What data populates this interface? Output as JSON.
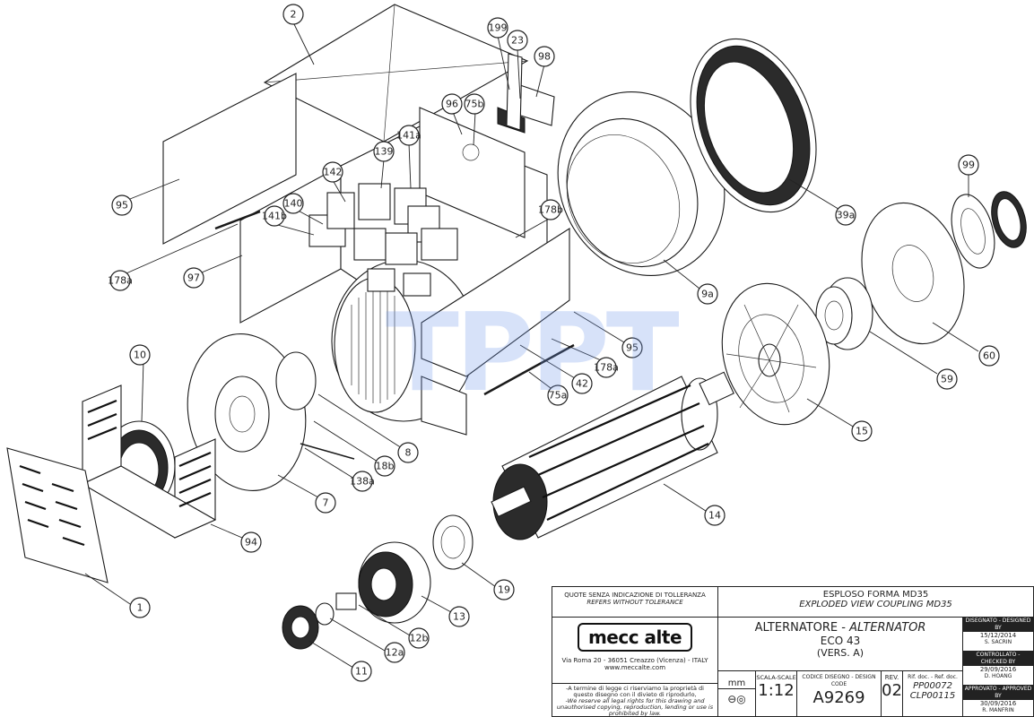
{
  "callouts": [
    {
      "id": "c-2",
      "label": "2"
    },
    {
      "id": "c-199",
      "label": "199"
    },
    {
      "id": "c-23",
      "label": "23"
    },
    {
      "id": "c-98",
      "label": "98"
    },
    {
      "id": "c-96",
      "label": "96"
    },
    {
      "id": "c-75b",
      "label": "75b"
    },
    {
      "id": "c-139",
      "label": "139"
    },
    {
      "id": "c-141a",
      "label": "141a"
    },
    {
      "id": "c-142",
      "label": "142"
    },
    {
      "id": "c-140",
      "label": "140"
    },
    {
      "id": "c-141b",
      "label": "141b"
    },
    {
      "id": "c-178b",
      "label": "178b"
    },
    {
      "id": "c-95a",
      "label": "95"
    },
    {
      "id": "c-178a-left",
      "label": "178a"
    },
    {
      "id": "c-97",
      "label": "97"
    },
    {
      "id": "c-39a",
      "label": "39a"
    },
    {
      "id": "c-99",
      "label": "99"
    },
    {
      "id": "c-9a",
      "label": "9a"
    },
    {
      "id": "c-95b",
      "label": "95"
    },
    {
      "id": "c-178a-right",
      "label": "178a"
    },
    {
      "id": "c-42",
      "label": "42"
    },
    {
      "id": "c-75a",
      "label": "75a"
    },
    {
      "id": "c-60",
      "label": "60"
    },
    {
      "id": "c-59",
      "label": "59"
    },
    {
      "id": "c-10",
      "label": "10"
    },
    {
      "id": "c-8",
      "label": "8"
    },
    {
      "id": "c-18b",
      "label": "18b"
    },
    {
      "id": "c-138a",
      "label": "138a"
    },
    {
      "id": "c-7",
      "label": "7"
    },
    {
      "id": "c-15",
      "label": "15"
    },
    {
      "id": "c-94",
      "label": "94"
    },
    {
      "id": "c-14",
      "label": "14"
    },
    {
      "id": "c-19",
      "label": "19"
    },
    {
      "id": "c-1",
      "label": "1"
    },
    {
      "id": "c-13",
      "label": "13"
    },
    {
      "id": "c-12b",
      "label": "12b"
    },
    {
      "id": "c-12a",
      "label": "12a"
    },
    {
      "id": "c-11",
      "label": "11"
    }
  ],
  "watermark": "TPPT",
  "title_block": {
    "tolerance_it": "QUOTE SENZA INDICAZIONE DI TOLLERANZA",
    "tolerance_en": "REFERS WITHOUT TOLERANCE",
    "drawing_title_it": "ESPLOSO FORMA MD35",
    "drawing_title_en": "EXPLODED VIEW COUPLING MD35",
    "logo": "mecc alte",
    "address": "Via Roma 20 - 36051 Creazzo (Vicenza) - ITALY",
    "website": "www.meccalte.com",
    "product_it": "ALTERNATORE",
    "product_sep": " - ",
    "product_en": "ALTERNATOR",
    "model": "ECO 43",
    "version": "(VERS. A)",
    "legal_it": "-A termine di legge ci riserviamo la proprietà di questo disegno con il divieto di riprodurlo,",
    "legal_en": "-We reserve all legal rights for this drawing and unauthorised copying, reproduction, lending or use is prohibited by law.",
    "unit": "mm",
    "scale_label": "SCALA-SCALE",
    "scale": "1:12",
    "code_label": "CODICE DISEGNO - DESIGN CODE",
    "code": "A9269",
    "rev_label": "REV.",
    "rev": "02",
    "ref_label": "Rif. doc. - Ref. doc.",
    "ref1": "PP00072",
    "ref2": "CLP00115",
    "designed_label": "DISEGNATO - DESIGNED BY",
    "designed_date": "15/12/2014",
    "designed_by": "S. SACRIN",
    "checked_label": "CONTROLLATO - CHECKED BY",
    "checked_date": "29/09/2016",
    "checked_by": "D. HOANG",
    "approved_label": "APPROVATO - APPROVED BY",
    "approved_date": "30/09/2016",
    "approved_by": "R. MANFRIN"
  }
}
